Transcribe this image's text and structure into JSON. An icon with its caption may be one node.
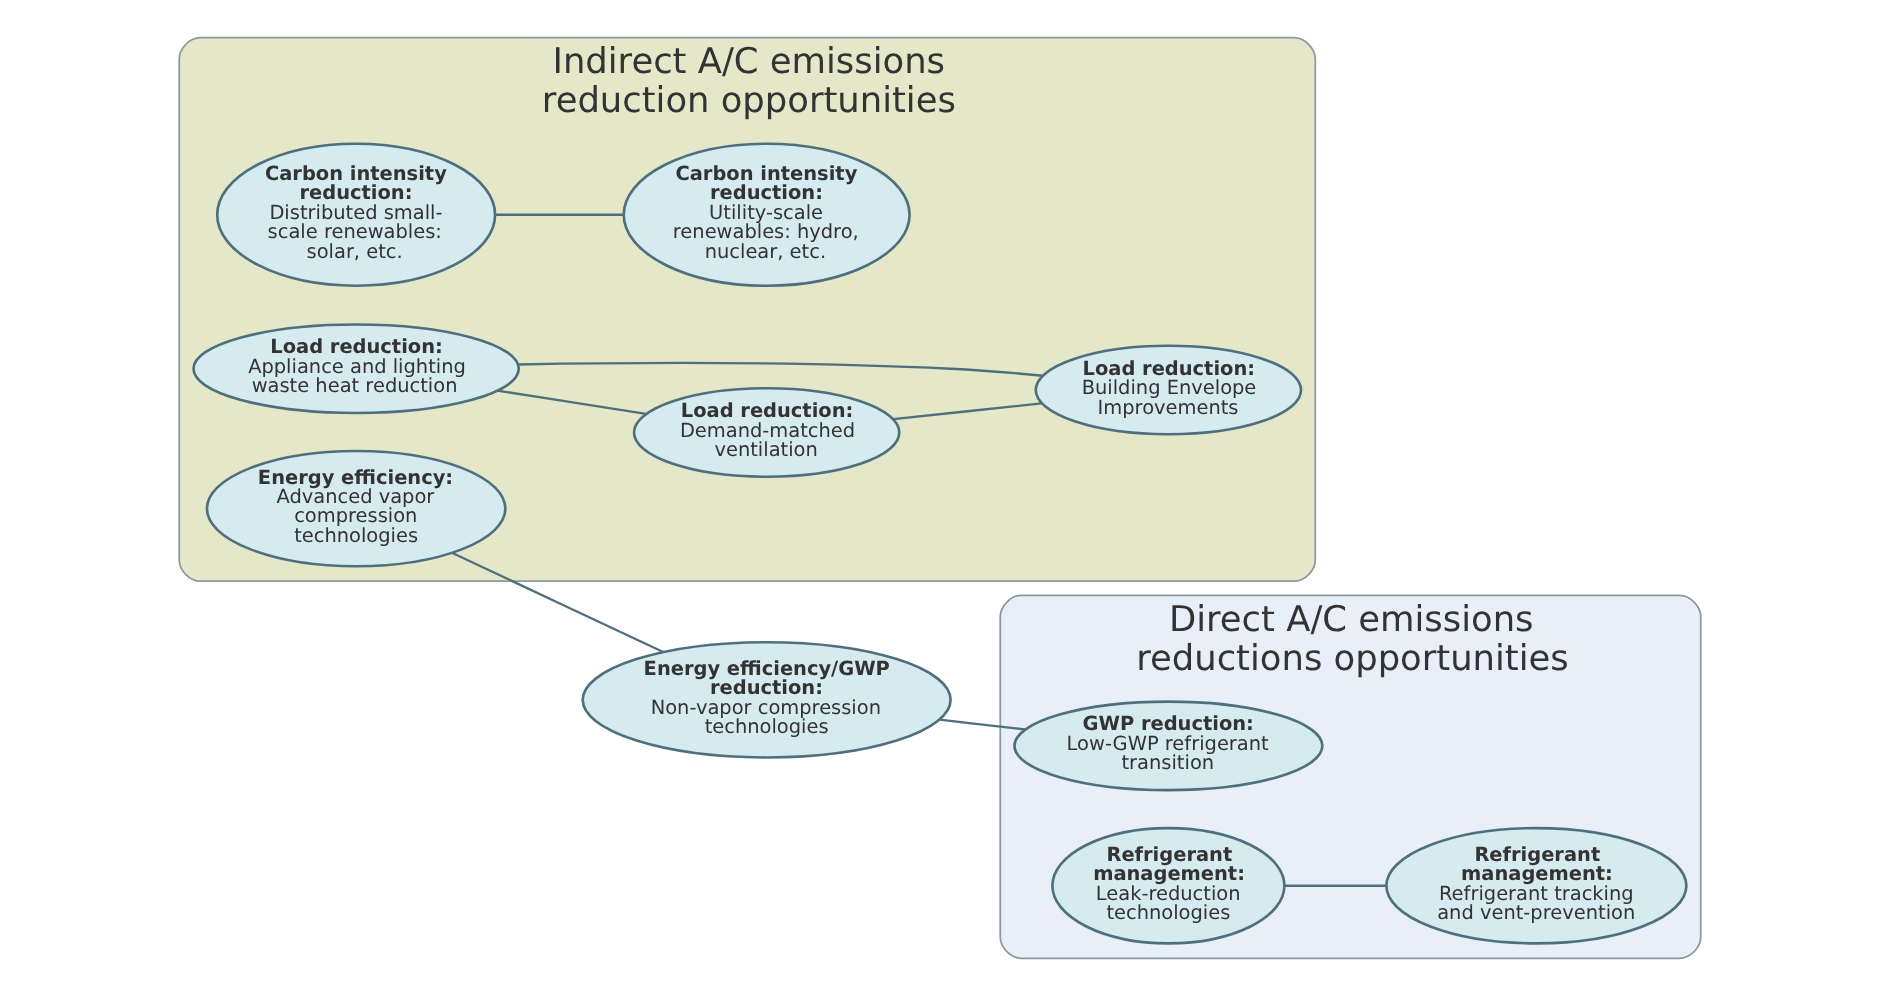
{
  "diagram": {
    "nodes": [
      {
        "text": [
          "Indirect A/C emissions reduction opportunities"
        ]
      },
      {
        "text": [
          "Direct A/C emissions reductions opportunities"
        ]
      },
      {
        "text": [
          "Carbon intensity reduction:",
          "Distributed small-scale renewables: solar, etc."
        ],
        "in": 0
      },
      {
        "text": [
          "Carbon intensity reduction:",
          "Utility-scale renewables: hydro, nuclear, etc."
        ],
        "in": 0
      },
      {
        "text": [
          "Energy efficiency:",
          "Advanced vapor compression technologies"
        ],
        "in": 0
      },
      {
        "text": [
          "Energy efficiency/GWP reduction:",
          "Non-vapor compression technologies"
        ]
      },
      {
        "text": [
          "GWP reduction:",
          "Low-GWP refrigerant transition"
        ],
        "in": 1
      },
      {
        "text": [
          "Refrigerant management:",
          "Leak-reduction technologies"
        ],
        "in": 1
      },
      {
        "text": [
          "Load reduction:",
          "Appliance and lighting waste heat reduction"
        ],
        "in": 0
      },
      {
        "text": [
          "Load reduction:",
          "Building Envelope Improvements"
        ],
        "in": 0
      },
      {
        "text": [
          "Load reduction:",
          "Demand-matched ventilation"
        ],
        "in": 0
      },
      {
        "text": [
          "Refrigerant management:",
          "Refrigerant tracking and vent-prevention"
        ],
        "in": 1
      }
    ],
    "edges": [
      {
        "from": 2,
        "to": 3,
        "arrow": "none"
      },
      {
        "from": 4,
        "to": 5,
        "arrow": "none"
      },
      {
        "from": 5,
        "to": 6,
        "arrow": "none"
      },
      {
        "from": 7,
        "to": 11,
        "arrow": "none"
      },
      {
        "from": 8,
        "to": 9,
        "arrow": "none"
      },
      {
        "from": 8,
        "to": 10,
        "arrow": "none"
      },
      {
        "from": 10,
        "to": 9,
        "arrow": "none"
      }
    ]
  }
}
